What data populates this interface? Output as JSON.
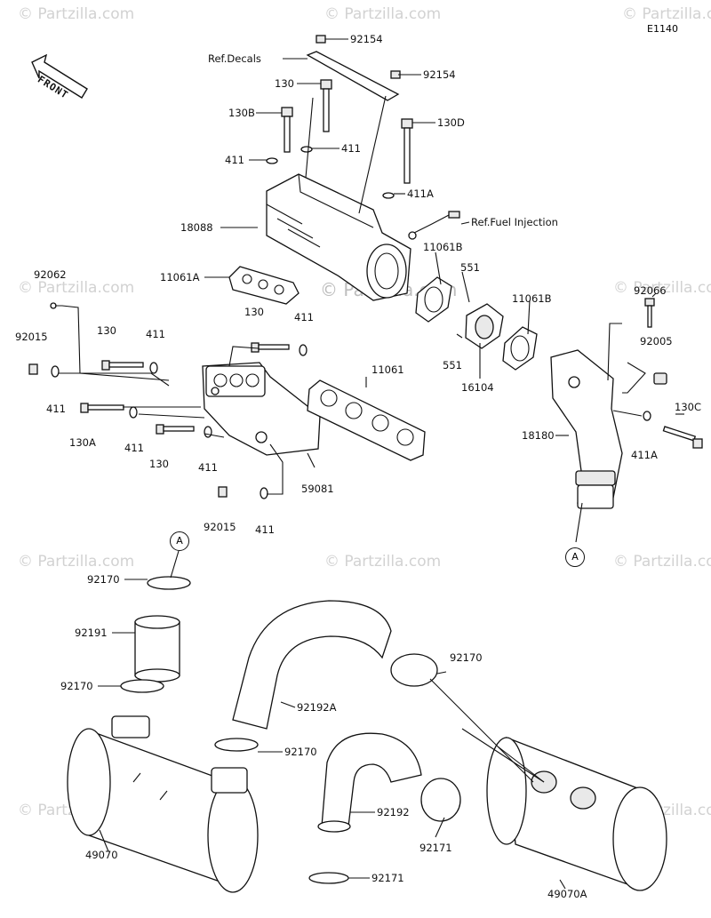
{
  "diagram_code": "E1140",
  "front_label": "FRONT",
  "watermark": "© Partzilla.com",
  "callouts": {
    "a_top": "A",
    "a_right": "A"
  },
  "labels": {
    "p92154_top": "92154",
    "ref_decals": "Ref.Decals",
    "p92154_mid": "92154",
    "p130_top": "130",
    "p130b": "130B",
    "p130d": "130D",
    "p411_l": "411",
    "p411_r": "411",
    "p411a_top": "411A",
    "p18088": "18088",
    "ref_fuel": "Ref.Fuel Injection",
    "p11061b_a": "11061B",
    "p551_a": "551",
    "p11061a": "11061A",
    "p11061b_b": "11061B",
    "p92062": "92062",
    "p92066": "92066",
    "p130_mid": "130",
    "p411_mid": "411",
    "p92015_l": "92015",
    "p130_l": "130",
    "p411_l2": "411",
    "p11061": "11061",
    "p551_b": "551",
    "p16104": "16104",
    "p92005": "92005",
    "p411_l3": "411",
    "p130a": "130A",
    "p411_c": "411",
    "p130_c": "130",
    "p411_c2": "411",
    "p59081": "59081",
    "p130c": "130C",
    "p18180": "18180",
    "p411a_r": "411A",
    "p92015_b": "92015",
    "p411_b": "411",
    "p92170_a": "92170",
    "p92191": "92191",
    "p92170_b": "92170",
    "p92192a": "92192A",
    "p92170_c": "92170",
    "p92170_d": "92170",
    "p92192": "92192",
    "p92171_a": "92171",
    "p49070": "49070",
    "p92171_b": "92171",
    "p49070a": "49070A"
  }
}
